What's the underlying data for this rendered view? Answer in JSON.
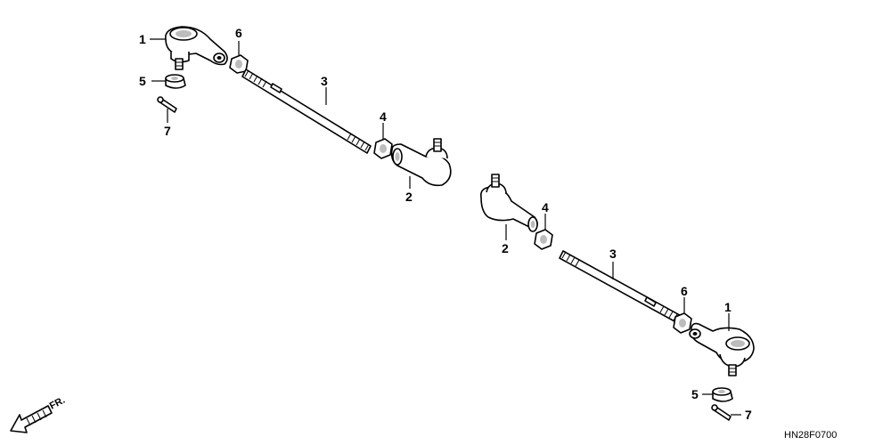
{
  "diagram": {
    "callouts": {
      "tie_rod_end_left": "1",
      "tie_rod_end_right": "1",
      "inner_end_left": "2",
      "inner_end_right": "2",
      "tie_rod_left": "3",
      "tie_rod_right": "3",
      "jam_nut_inner_left": "4",
      "jam_nut_inner_right": "4",
      "castle_nut_left": "5",
      "castle_nut_right": "5",
      "jam_nut_outer_left": "6",
      "jam_nut_outer_right": "6",
      "cotter_pin_left": "7",
      "cotter_pin_right": "7"
    },
    "direction_label": "FR.",
    "drawing_code": "HN28F0700"
  }
}
